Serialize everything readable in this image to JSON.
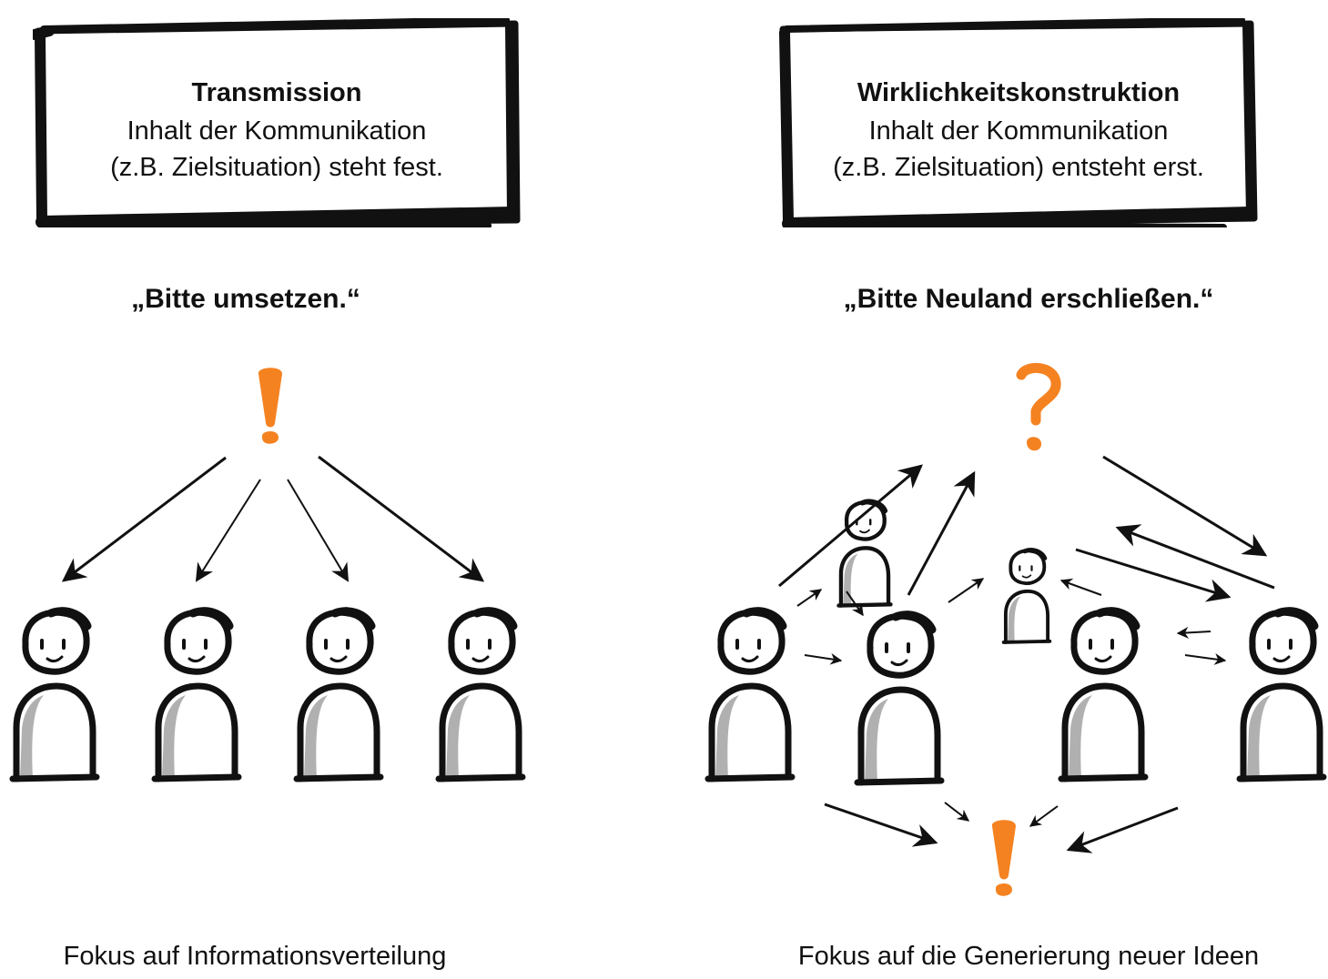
{
  "left": {
    "box_title": "Transmission",
    "box_line1": "Inhalt der Kommunikation",
    "box_line2": "(z.B. Zielsituation) steht fest.",
    "slogan": "„Bitte umsetzen.“",
    "caption": "Fokus auf Informationsverteilung"
  },
  "right": {
    "box_title": "Wirklichkeitskonstruktion",
    "box_line1": "Inhalt der Kommunikation",
    "box_line2": "(z.B. Zielsituation) entsteht erst.",
    "slogan": "„Bitte Neuland erschließen.“",
    "caption": "Fokus auf die Generierung neuer Ideen"
  },
  "symbols": {
    "exclamation": "!",
    "question": "?"
  },
  "colors": {
    "accent": "#f58220",
    "ink": "#111111",
    "shade": "#b0b0b0"
  }
}
